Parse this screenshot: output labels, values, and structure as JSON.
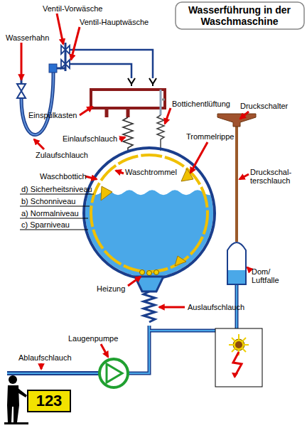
{
  "diagram": {
    "title": "Wasserführung in der Waschmaschine",
    "nodes": [
      {
        "text": [
          "123"
        ]
      }
    ],
    "labels": [
      "Ventil-Vorwäsche",
      "Ventil-Hauptwäsche",
      "Wasserhahn",
      "Einspülkasten",
      "Bottichentlüftung",
      "Druckschalter",
      "Einlaufschlauch",
      "Trommelrippe",
      "Waschbottich",
      "Waschtrommel",
      "d) Sicherheitsniveau",
      "b) Schonniveau",
      "a) Normalniveau",
      "c) Sparniveau",
      "Druckschal- terschlauch",
      "Zulaufschlauch",
      "Heizung",
      "Dom/ Luftfalle",
      "Auslaufschlauch",
      "Laugenpumpe",
      "Ablaufschlauch"
    ]
  }
}
